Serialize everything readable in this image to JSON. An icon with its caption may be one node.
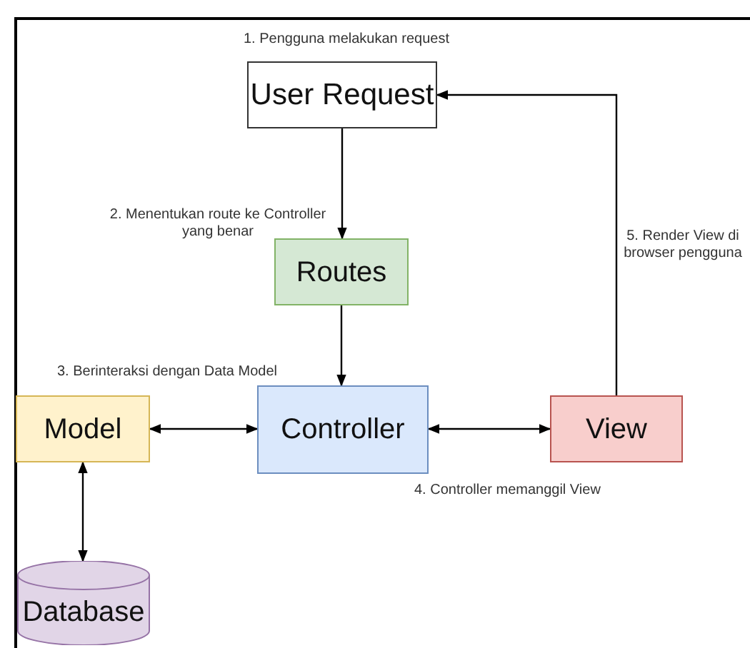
{
  "diagram": {
    "nodes": [
      {
        "text": [
          "User Request"
        ]
      },
      {
        "text": [
          "Routes"
        ]
      },
      {
        "text": [
          "Model"
        ]
      },
      {
        "text": [
          "Controller"
        ]
      },
      {
        "text": [
          "View"
        ]
      },
      {
        "text": [
          "Database"
        ]
      }
    ],
    "edges": [
      {
        "from": 0,
        "to": 1,
        "arrow": "to"
      },
      {
        "from": 1,
        "to": 3,
        "arrow": "to"
      },
      {
        "from": 2,
        "to": 3,
        "arrow": "both"
      },
      {
        "from": 3,
        "to": 4,
        "arrow": "both"
      },
      {
        "from": 4,
        "to": 0,
        "arrow": "to"
      },
      {
        "from": 2,
        "to": 5,
        "arrow": "both"
      }
    ],
    "labels": [
      "1. Pengguna melakukan request",
      "2. Menentukan route ke Controller yang benar",
      "5. Render View di browser pengguna",
      "3. Berinteraksi dengan Data Model",
      "4. Controller memanggil View"
    ]
  }
}
